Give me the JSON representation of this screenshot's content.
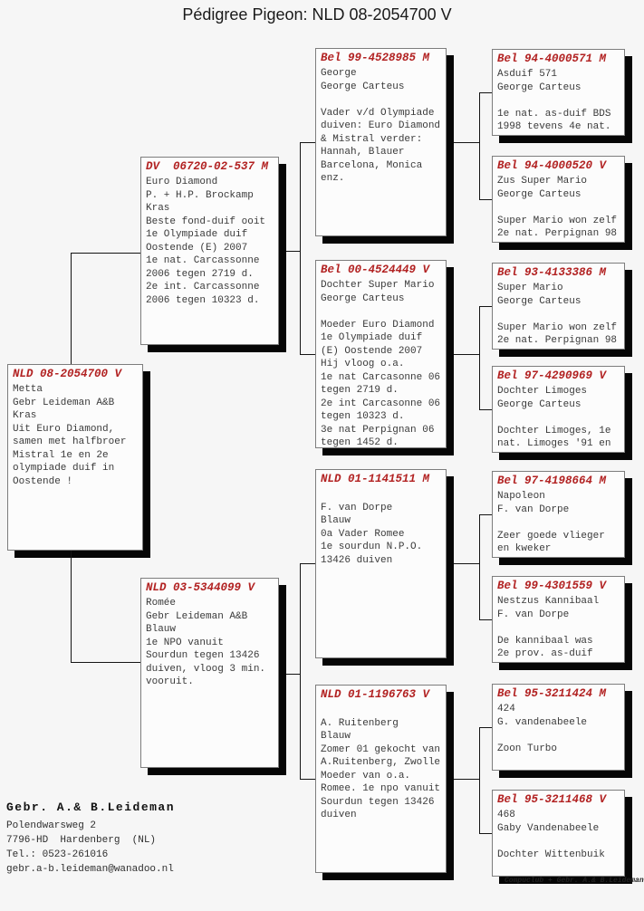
{
  "title": "Pédigree Pigeon: NLD 08-2054700 V",
  "colors": {
    "ring_number": "#b22222",
    "box_shadow": "#060606",
    "connector": "#141414",
    "background": "#f6f6f6"
  },
  "boxes": [
    {
      "ring": "NLD 08-2054700 V",
      "body": "Metta\nGebr Leideman A&B\nKras\nUit Euro Diamond,\nsamen met halfbroer\nMistral 1e en 2e\nolympiade duif in\nOostende !"
    },
    {
      "ring": "DV  06720-02-537 M",
      "body": "Euro Diamond\nP. + H.P. Brockamp\nKras\nBeste fond-duif ooit\n1e Olympiade duif\nOostende (E) 2007\n1e nat. Carcassonne\n2006 tegen 2719 d.\n2e int. Carcassonne\n2006 tegen 10323 d."
    },
    {
      "ring": "NLD 03-5344099 V",
      "body": "Romée\nGebr Leideman A&B\nBlauw\n1e NPO vanuit\nSourdun tegen 13426\nduiven, vloog 3 min.\nvooruit."
    },
    {
      "ring": "Bel 99-4528985 M",
      "body": "George\nGeorge Carteus\n\nVader v/d Olympiade\nduiven: Euro Diamond\n& Mistral verder:\nHannah, Blauer\nBarcelona, Monica\nenz."
    },
    {
      "ring": "Bel 00-4524449 V",
      "body": "Dochter Super Mario\nGeorge Carteus\n\nMoeder Euro Diamond\n1e Olympiade duif\n(E) Oostende 2007\nHij vloog o.a.\n1e nat Carcasonne 06\ntegen 2719 d.\n2e int Carcasonne 06\ntegen 10323 d.\n3e nat Perpignan 06\ntegen 1452 d."
    },
    {
      "ring": "NLD 01-1141511 M",
      "body": "\nF. van Dorpe\nBlauw\n0a Vader Romee\n1e sourdun N.P.O.\n13426 duiven"
    },
    {
      "ring": "NLD 01-1196763 V",
      "body": "\nA. Ruitenberg\nBlauw\nZomer 01 gekocht van\nA.Ruitenberg, Zwolle\nMoeder van o.a.\nRomee. 1e npo vanuit\nSourdun tegen 13426\nduiven"
    },
    {
      "ring": "Bel 94-4000571 M",
      "body": "Asduif 571\nGeorge Carteus\n\n1e nat. as-duif BDS\n1998 tevens 4e nat."
    },
    {
      "ring": "Bel 94-4000520 V",
      "body": "Zus Super Mario\nGeorge Carteus\n\nSuper Mario won zelf\n2e nat. Perpignan 98"
    },
    {
      "ring": "Bel 93-4133386 M",
      "body": "Super Mario\nGeorge Carteus\n\nSuper Mario won zelf\n2e nat. Perpignan 98"
    },
    {
      "ring": "Bel 97-4290969 V",
      "body": "Dochter Limoges\nGeorge Carteus\n\nDochter Limoges, 1e\nnat. Limoges '91 en"
    },
    {
      "ring": "Bel 97-4198664 M",
      "body": "Napoleon\nF. van Dorpe\n\nZeer goede vlieger\nen kweker"
    },
    {
      "ring": "Bel 99-4301559 V",
      "body": "Nestzus Kannibaal\nF. van Dorpe\n\nDe kannibaal was\n2e prov. as-duif"
    },
    {
      "ring": "Bel 95-3211424 M",
      "body": "424\nG. vandenabeele\n\nZoon Turbo"
    },
    {
      "ring": "Bel 95-3211468 V",
      "body": "468\nGaby Vandenabeele\n\nDochter Wittenbuik"
    }
  ],
  "footer": {
    "name": "Gebr. A.& B.Leideman",
    "address": "Polendwarsweg 2\n7796-HD  Hardenberg  (NL)\nTel.: 0523-261016\ngebr.a-b.leideman@wanadoo.nl"
  },
  "credit": "Compuclub + Gebr. A.& B.Leideman"
}
